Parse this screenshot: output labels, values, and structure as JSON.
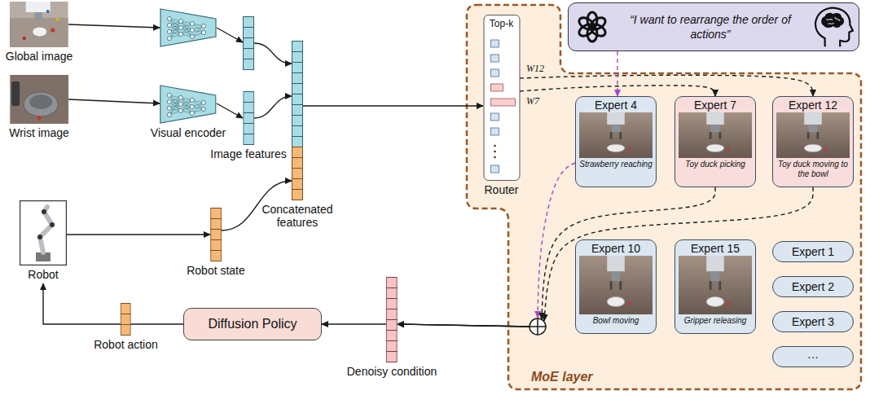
{
  "diagram": {
    "nodes": [
      {
        "text": [
          "Global image"
        ]
      },
      {
        "text": [
          "Wrist image"
        ]
      },
      {
        "text": [
          "Robot"
        ]
      },
      {
        "text": [
          "Visual encoder"
        ]
      },
      {
        "text": [
          "Image features"
        ]
      },
      {
        "text": [
          "Concatenated features"
        ]
      },
      {
        "text": [
          "Robot state"
        ]
      },
      {
        "text": [
          "MoE layer"
        ]
      },
      {
        "text": [
          "Top-k",
          "Router"
        ],
        "in": 7
      },
      {
        "text": [
          "“I want to rearrange the order of actions”"
        ]
      },
      {
        "text": [
          "Expert 4",
          "Strawberry reaching"
        ],
        "in": 7
      },
      {
        "text": [
          "Expert 7",
          "Toy duck picking"
        ],
        "in": 7
      },
      {
        "text": [
          "Expert 12",
          "Toy duck moving to the bowl"
        ],
        "in": 7
      },
      {
        "text": [
          "Expert 10",
          "Bowl moving"
        ],
        "in": 7
      },
      {
        "text": [
          "Expert 15",
          "Gripper releasing"
        ],
        "in": 7
      },
      {
        "text": [
          "Expert 1"
        ],
        "in": 7
      },
      {
        "text": [
          "Expert 2"
        ],
        "in": 7
      },
      {
        "text": [
          "Expert 3"
        ],
        "in": 7
      },
      {
        "text": [
          "···"
        ],
        "in": 7
      },
      {
        "text": [
          "Denoisy condition"
        ]
      },
      {
        "text": [
          "Diffusion Policy"
        ]
      },
      {
        "text": [
          "Robot action"
        ]
      }
    ],
    "edges": [
      {
        "from": 1,
        "to": 3,
        "arrow": "to"
      },
      {
        "from": 3,
        "to": 4,
        "arrow": "to"
      },
      {
        "from": 4,
        "to": 5,
        "arrow": "to"
      },
      {
        "from": 2,
        "to": 6,
        "arrow": "to"
      },
      {
        "from": 6,
        "to": 5,
        "arrow": "to"
      },
      {
        "from": 5,
        "to": 8,
        "arrow": "to"
      },
      {
        "from": 8,
        "to": 12,
        "label": "W12",
        "arrow": "to"
      },
      {
        "from": 8,
        "to": 11,
        "label": "W7",
        "arrow": "to"
      },
      {
        "from": 9,
        "to": 10,
        "arrow": "to"
      },
      {
        "from": 10,
        "to": 19,
        "arrow": "to"
      },
      {
        "from": 11,
        "to": 19,
        "arrow": "to"
      },
      {
        "from": 12,
        "to": 19,
        "arrow": "to"
      },
      {
        "from": 19,
        "to": 20,
        "arrow": "to"
      },
      {
        "from": 20,
        "to": 2,
        "arrow": "to"
      }
    ]
  }
}
